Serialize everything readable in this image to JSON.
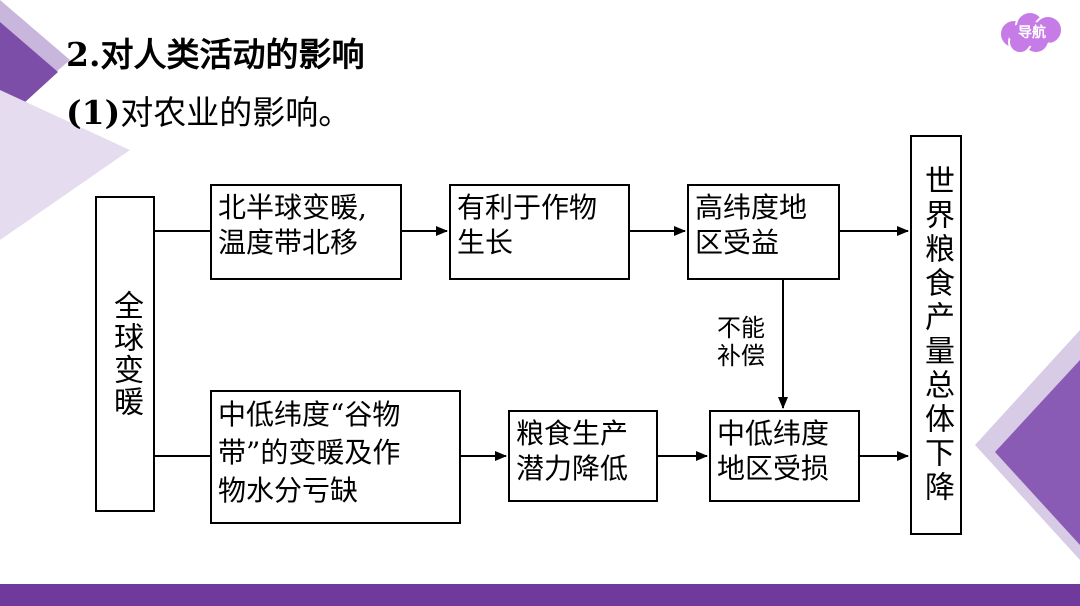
{
  "header": {
    "title": "2.对人类活动的影响",
    "subtitle_num": "(1)",
    "subtitle_text": "对农业的影响。"
  },
  "nav": {
    "label": "导航"
  },
  "diagram": {
    "source": "全球变暖",
    "top_row": {
      "step1": [
        "北半球变暖,",
        "温度带北移"
      ],
      "step2": [
        "有利于作物",
        "生长"
      ],
      "step3": [
        "高纬度地",
        "区受益"
      ]
    },
    "bottom_row": {
      "step1": [
        "中低纬度“谷物",
        "带”的变暖及作",
        "物水分亏缺"
      ],
      "step2": [
        "粮食生产",
        "潜力降低"
      ],
      "step3": [
        "中低纬度",
        "地区受损"
      ]
    },
    "connector_note": [
      "不能",
      "补偿"
    ],
    "result": "世界粮食产量总体下降"
  },
  "colors": {
    "accent": "#6f3a9c",
    "badge": "#c77be6"
  }
}
